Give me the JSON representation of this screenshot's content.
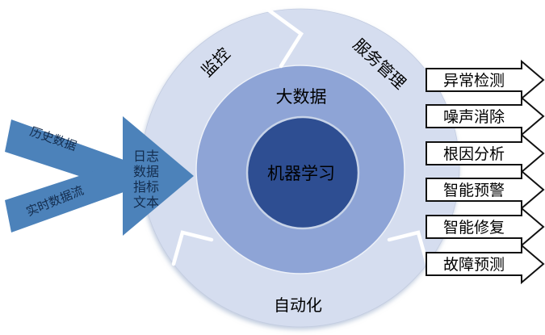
{
  "colors": {
    "outer_ring": "#d5ddef",
    "middle_ring": "#8ea4d6",
    "inner_circle": "#2e4e92",
    "input_arrow": "#4c82ba",
    "separator": "#ffffff",
    "output_fill": "#ffffff",
    "output_border": "#111111",
    "input_text": "#132c4d",
    "label_text": "#000000"
  },
  "input": {
    "stream_top": "历史数据",
    "stream_bottom": "实时数据流",
    "data_types": [
      "日志",
      "数据",
      "指标",
      "文本"
    ]
  },
  "rings": {
    "segment_top_left": "监控",
    "segment_top_right": "服务管理",
    "segment_bottom": "自动化",
    "middle": "大数据",
    "center": "机器学习"
  },
  "outputs": [
    {
      "label": "异常检测"
    },
    {
      "label": "噪声消除"
    },
    {
      "label": "根因分析"
    },
    {
      "label": "智能预警"
    },
    {
      "label": "智能修复"
    },
    {
      "label": "故障预测"
    }
  ]
}
